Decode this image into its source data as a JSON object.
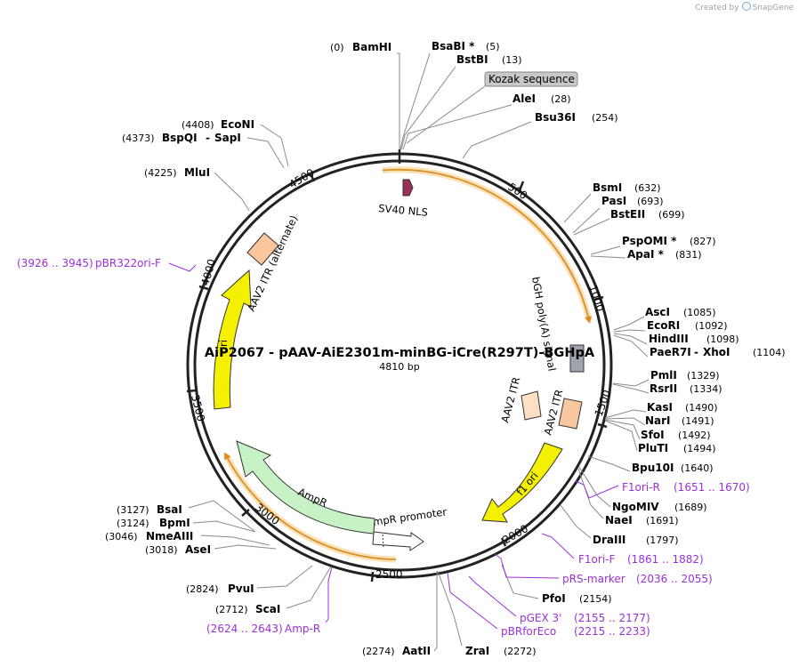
{
  "watermark": {
    "prefix": "Created by",
    "brand": "SnapGene"
  },
  "plasmid": {
    "name": "AiP2067 - pAAV-AiE2301m-minBG-iCre(R297T)-BGHpA",
    "length_label": "4810 bp"
  },
  "ticks": [
    "500",
    "1000",
    "1500",
    "2000",
    "2500",
    "3000",
    "3500",
    "4000",
    "4500"
  ],
  "features": [
    {
      "id": "sv40",
      "label": "SV40 NLS",
      "color": "#9b2f5a"
    },
    {
      "id": "kozak",
      "label": "Kozak sequence",
      "color": "#c8c8c8"
    },
    {
      "id": "bgh",
      "label": "bGH poly(A) signal",
      "color": "#a0a4ac"
    },
    {
      "id": "itr1",
      "label": "AAV2 ITR",
      "color": "#fde0c4"
    },
    {
      "id": "itr2",
      "label": "AAV2 ITR",
      "color": "#f8c7a0"
    },
    {
      "id": "f1ori",
      "label": "f1 ori",
      "color": "#f3f000"
    },
    {
      "id": "amppromoter",
      "label": "AmpR promoter",
      "color": "#ffffff"
    },
    {
      "id": "ampr",
      "label": "AmpR",
      "color": "#c6f2c6"
    },
    {
      "id": "ori",
      "label": "ori",
      "color": "#f5f000"
    },
    {
      "id": "itralt",
      "label": "AAV2 ITR (alternate)",
      "color": "#fbc69c"
    }
  ],
  "sites": [
    {
      "name": "BamHI",
      "pos": "(0)"
    },
    {
      "name": "BsaBI *",
      "pos": "(5)"
    },
    {
      "name": "BstBI",
      "pos": "(13)"
    },
    {
      "name": "AleI",
      "pos": "(28)"
    },
    {
      "name": "Bsu36I",
      "pos": "(254)"
    },
    {
      "name": "BsmI",
      "pos": "(632)"
    },
    {
      "name": "PasI",
      "pos": "(693)"
    },
    {
      "name": "BstEII",
      "pos": "(699)"
    },
    {
      "name": "PspOMI *",
      "pos": "(827)"
    },
    {
      "name": "ApaI *",
      "pos": "(831)"
    },
    {
      "name": "AscI",
      "pos": "(1085)"
    },
    {
      "name": "EcoRI",
      "pos": "(1092)"
    },
    {
      "name": "HindIII",
      "pos": "(1098)"
    },
    {
      "name": "PaeR7I",
      "pos": "",
      "pair": "XhoI",
      "pair_pos": "(1104)"
    },
    {
      "name": "PmlI",
      "pos": "(1329)"
    },
    {
      "name": "RsrII",
      "pos": "(1334)"
    },
    {
      "name": "KasI",
      "pos": "(1490)"
    },
    {
      "name": "NarI",
      "pos": "(1491)"
    },
    {
      "name": "SfoI",
      "pos": "(1492)"
    },
    {
      "name": "PluTI",
      "pos": "(1494)"
    },
    {
      "name": "Bpu10I",
      "pos": "(1640)"
    },
    {
      "name": "NgoMIV",
      "pos": "(1689)"
    },
    {
      "name": "NaeI",
      "pos": "(1691)"
    },
    {
      "name": "DraIII",
      "pos": "(1797)"
    },
    {
      "name": "PfoI",
      "pos": "(2154)"
    },
    {
      "name": "ZraI",
      "pos": "(2272)"
    },
    {
      "name": "AatII",
      "pos": "(2274)"
    },
    {
      "name": "ScaI",
      "pos": "(2712)"
    },
    {
      "name": "PvuI",
      "pos": "(2824)"
    },
    {
      "name": "AseI",
      "pos": "(3018)"
    },
    {
      "name": "NmeAIII",
      "pos": "(3046)"
    },
    {
      "name": "BpmI",
      "pos": "(3124)"
    },
    {
      "name": "BsaI",
      "pos": "(3127)"
    },
    {
      "name": "MluI",
      "pos": "(4225)"
    },
    {
      "name": "BspQI",
      "pos": "(4373)",
      "pair": "SapI",
      "pair_pos": ""
    },
    {
      "name": "EcoNI",
      "pos": "(4408)"
    }
  ],
  "primers": [
    {
      "name": "F1ori-R",
      "range": "(1651 .. 1670)"
    },
    {
      "name": "F1ori-F",
      "range": "(1861 .. 1882)"
    },
    {
      "name": "pRS-marker",
      "range": "(2036 .. 2055)"
    },
    {
      "name": "pGEX 3'",
      "range": "(2155 .. 2177)"
    },
    {
      "name": "pBRforEco",
      "range": "(2215 .. 2233)"
    },
    {
      "name": "Amp-R",
      "range": "(2624 .. 2643)"
    },
    {
      "name": "pBR322ori-F",
      "range": "(3926 .. 3945)"
    }
  ],
  "colors": {
    "backbone": "#222222",
    "site_line": "#8a8a8a",
    "primer": "#9b30d8",
    "orf_arrow": "#e8a13a",
    "orf_highlight": "#fbe2b6"
  }
}
